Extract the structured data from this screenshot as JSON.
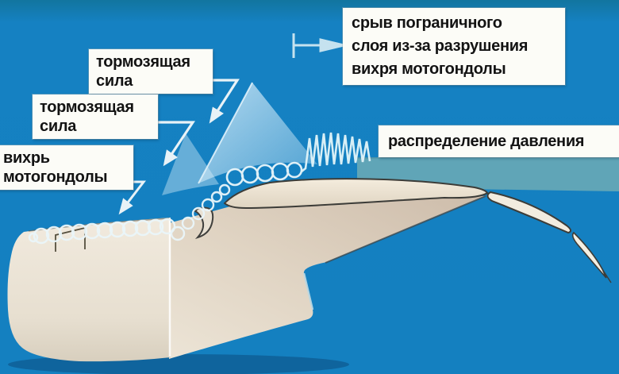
{
  "diagram": {
    "title_hint": "Нацelle-vortex / wing flow diagram",
    "labels": {
      "braking_force_top": {
        "line1": "тормозящая",
        "line2": "сила"
      },
      "braking_force_bottom": {
        "line1": "тормозящая",
        "line2": "сила"
      },
      "nacelle_vortex": {
        "line1": "вихрь",
        "line2": "мотогондолы"
      },
      "boundary_layer_separation": {
        "line1": "срыв пограничного",
        "line2": "слоя из-за разрушения",
        "line3": "вихря мотогондолы"
      },
      "pressure_distribution": {
        "text": "распределение давления"
      }
    },
    "icons": {
      "flow_direction": "flow-direction-icon",
      "leader_arrows": "down-left arrow leaders from each left label",
      "vortex": "helical coil along nacelle rising into tight spring over wing leading edge"
    },
    "colors": {
      "background": "#1581c2",
      "wake_band": "#64a6b6",
      "nacelle": "#ece5d7",
      "wing_surface_tan": "#cfc0ae",
      "wing_surface_cream": "#ece4d6",
      "airfoil": "#f0e8d9",
      "outline": "#3c3c38",
      "coil": "#eaf6fa",
      "arrow": "#e8f2f7",
      "label_bg": "#fcfcf7",
      "label_text": "#131313"
    }
  }
}
